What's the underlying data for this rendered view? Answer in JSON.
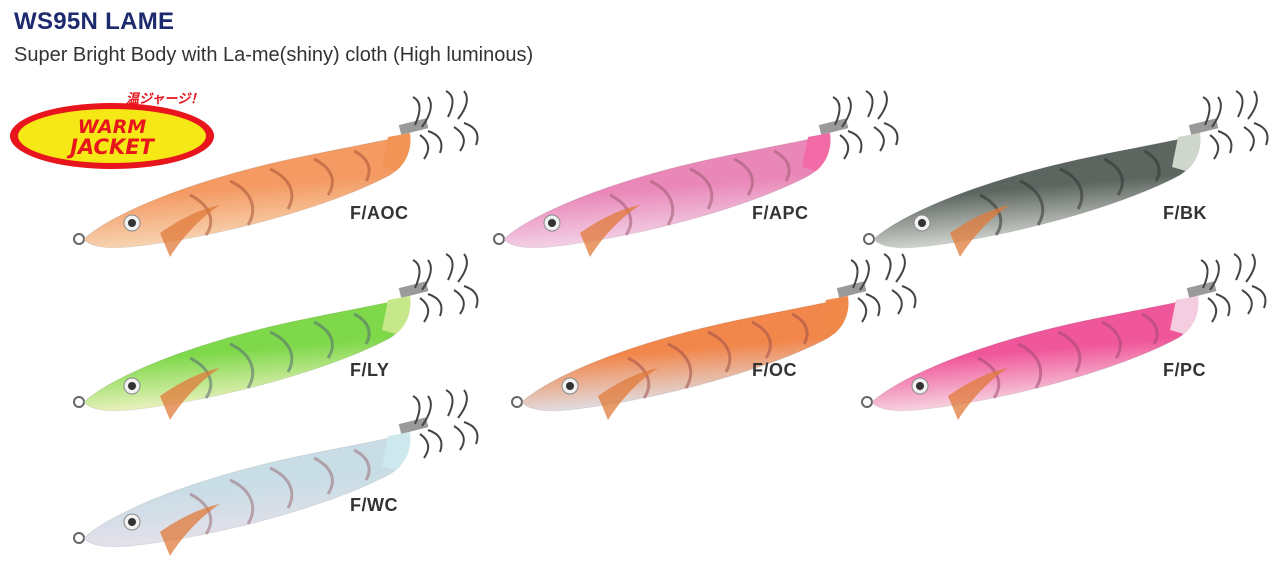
{
  "header": {
    "title": "WS95N LAME",
    "subtitle": "Super Bright Body with La-me(shiny) cloth (High luminous)"
  },
  "badge": {
    "top_text": "温ジャージ！",
    "line1": "WARM",
    "line2": "JACKET"
  },
  "colors": {
    "title": "#1e2a6e",
    "badge_red": "#e8161c",
    "badge_yellow": "#f6e816"
  },
  "lures": [
    {
      "code": "F/AOC",
      "body": "#f49a62",
      "belly": "#f7d8b8",
      "stripe": "#a8553a",
      "tail": "#f29455"
    },
    {
      "code": "F/APC",
      "body": "#e987b8",
      "belly": "#f3d6e9",
      "stripe": "#a05a70",
      "tail": "#f26aa6"
    },
    {
      "code": "F/BK",
      "body": "#5d6560",
      "belly": "#d9dcd6",
      "stripe": "#2f3431",
      "tail": "#cfd6cc"
    },
    {
      "code": "F/LY",
      "body": "#7ed84a",
      "belly": "#f1f3c5",
      "stripe": "#556a72",
      "tail": "#c7e88a"
    },
    {
      "code": "F/OC",
      "body": "#f2874c",
      "belly": "#dfe3ec",
      "stripe": "#a0504a",
      "tail": "#f08849"
    },
    {
      "code": "F/PC",
      "body": "#f0569a",
      "belly": "#f7dce4",
      "stripe": "#a04a70",
      "tail": "#f4cde0"
    },
    {
      "code": "F/WC",
      "body": "#c9dde6",
      "belly": "#e6e0ea",
      "stripe": "#9c7078",
      "tail": "#cde9ee"
    }
  ]
}
